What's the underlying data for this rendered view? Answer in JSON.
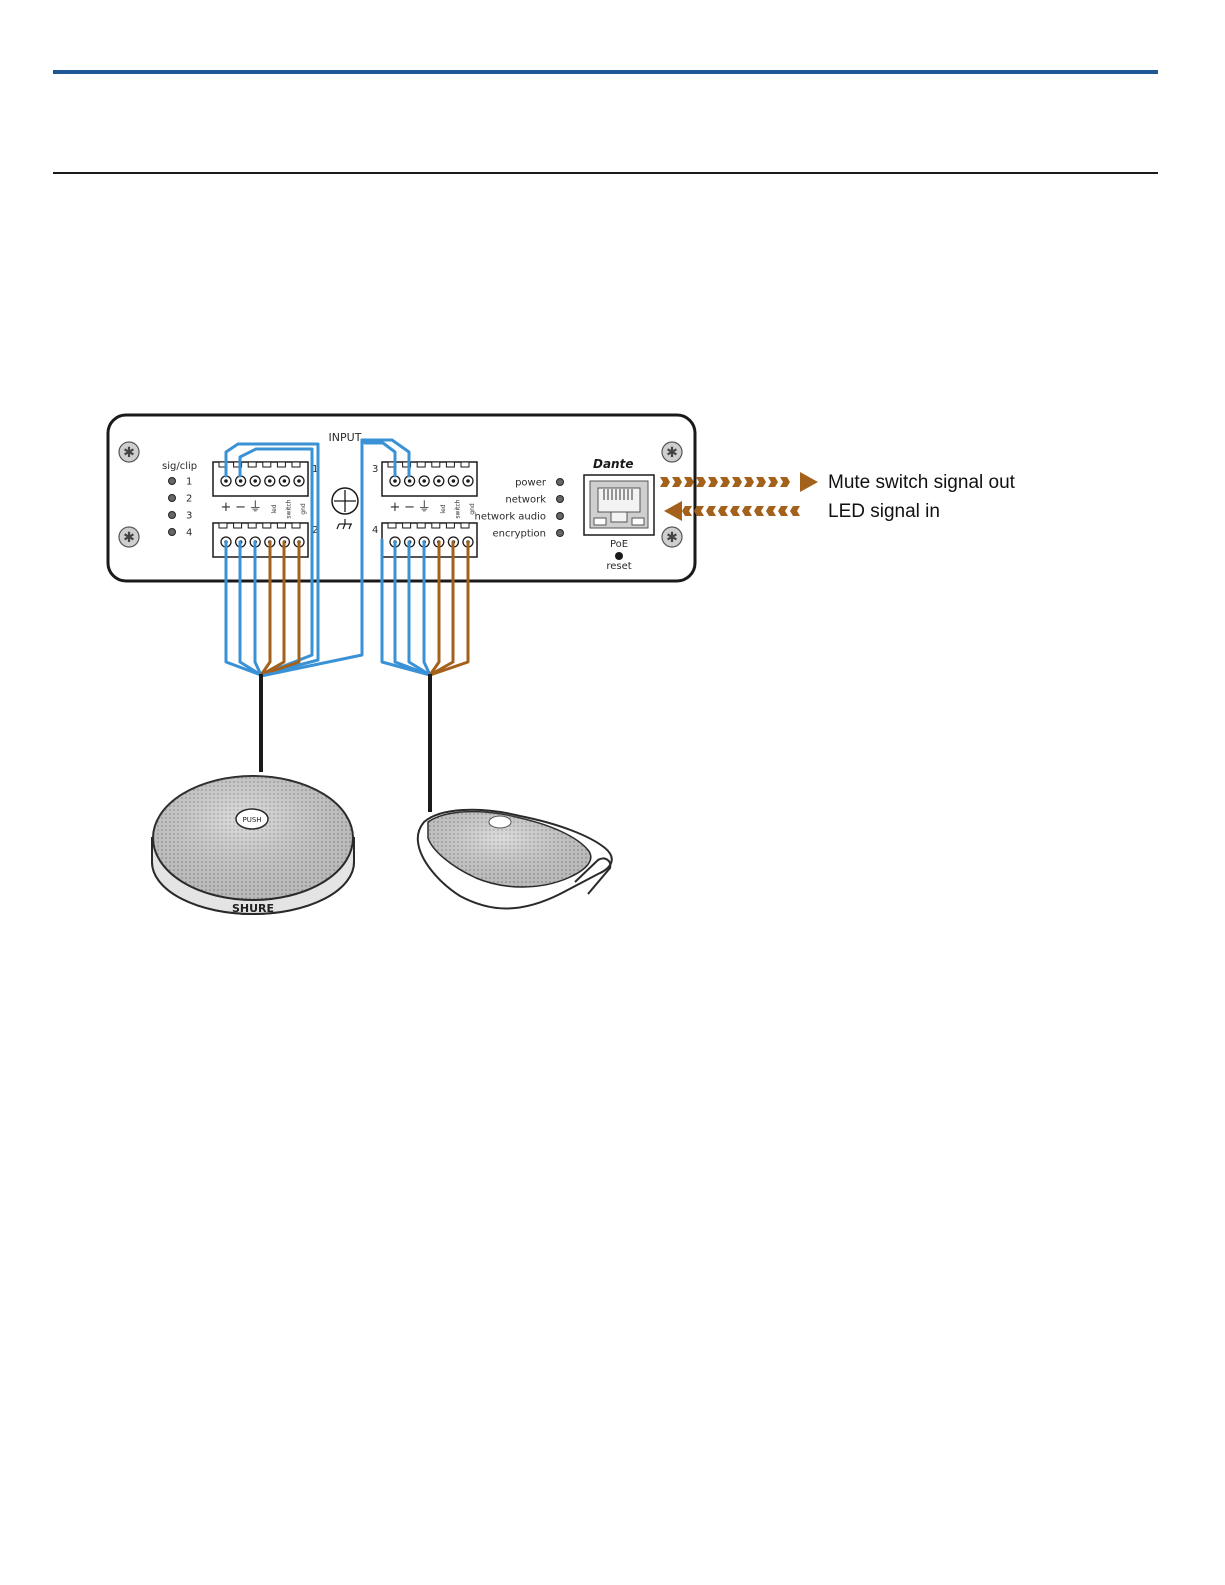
{
  "colors": {
    "rule": "#1c5796",
    "blue_wire": "#3a92d6",
    "brown_wire": "#a4611c",
    "arrow": "#a4611c"
  },
  "device": {
    "input_label": "INPUT",
    "sig_clip_label": "sig/clip",
    "channels": [
      "1",
      "2",
      "3",
      "4"
    ],
    "block_labels": [
      "1",
      "2",
      "3",
      "4"
    ],
    "pin_labels": [
      "+",
      "−",
      "⏚",
      "led",
      "switch",
      "gnd"
    ],
    "status_leds": [
      "power",
      "network",
      "network audio",
      "encryption"
    ],
    "port_brand": "Dante",
    "port_label": "PoE",
    "reset_label": "reset"
  },
  "arrows": {
    "out_label": "Mute switch signal out",
    "in_label": "LED signal in"
  },
  "microphones": {
    "boundary_button": "PUSH",
    "boundary_brand": "SHURE"
  }
}
